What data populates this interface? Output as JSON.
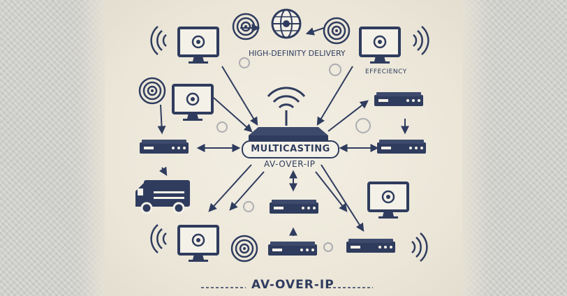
{
  "labels": {
    "high_definition": "HIGH-DEFINITY DELIVERY",
    "efficiency": "EFFECIENCY",
    "multicasting": "MULTICASTING",
    "av_center": "AV-OVER-IP",
    "av_bottom": "AV-OVER-IP"
  },
  "colors": {
    "ink": "#2f3c5e",
    "background": "#e9e6dc"
  },
  "icons": [
    "globe-icon",
    "monitor-icon",
    "signal-waves-icon",
    "router-icon",
    "video-encoder-icon",
    "van-icon",
    "camera-icon",
    "wifi-icon"
  ]
}
